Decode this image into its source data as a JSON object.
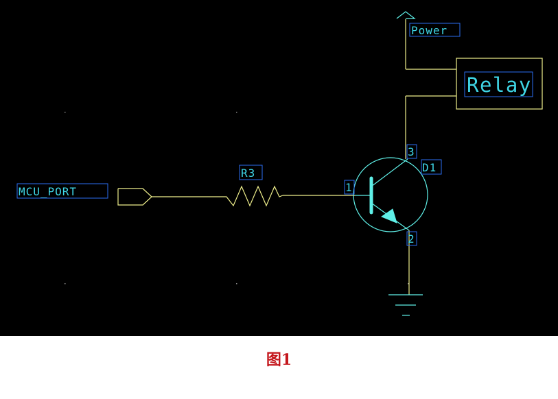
{
  "caption": "图1",
  "labels": {
    "power": "Power",
    "relay": "Relay",
    "mcu_port": "MCU_PORT",
    "resistor": "R3",
    "transistor": "D1",
    "pin_base": "1",
    "pin_emitter": "2",
    "pin_collector": "3"
  },
  "colors": {
    "background": "#000000",
    "wire": "#f0f08c",
    "component": "#5ff0e8",
    "label": "#3fd6e6",
    "label_box": "#2c6ef2",
    "caption": "#c4161c"
  }
}
